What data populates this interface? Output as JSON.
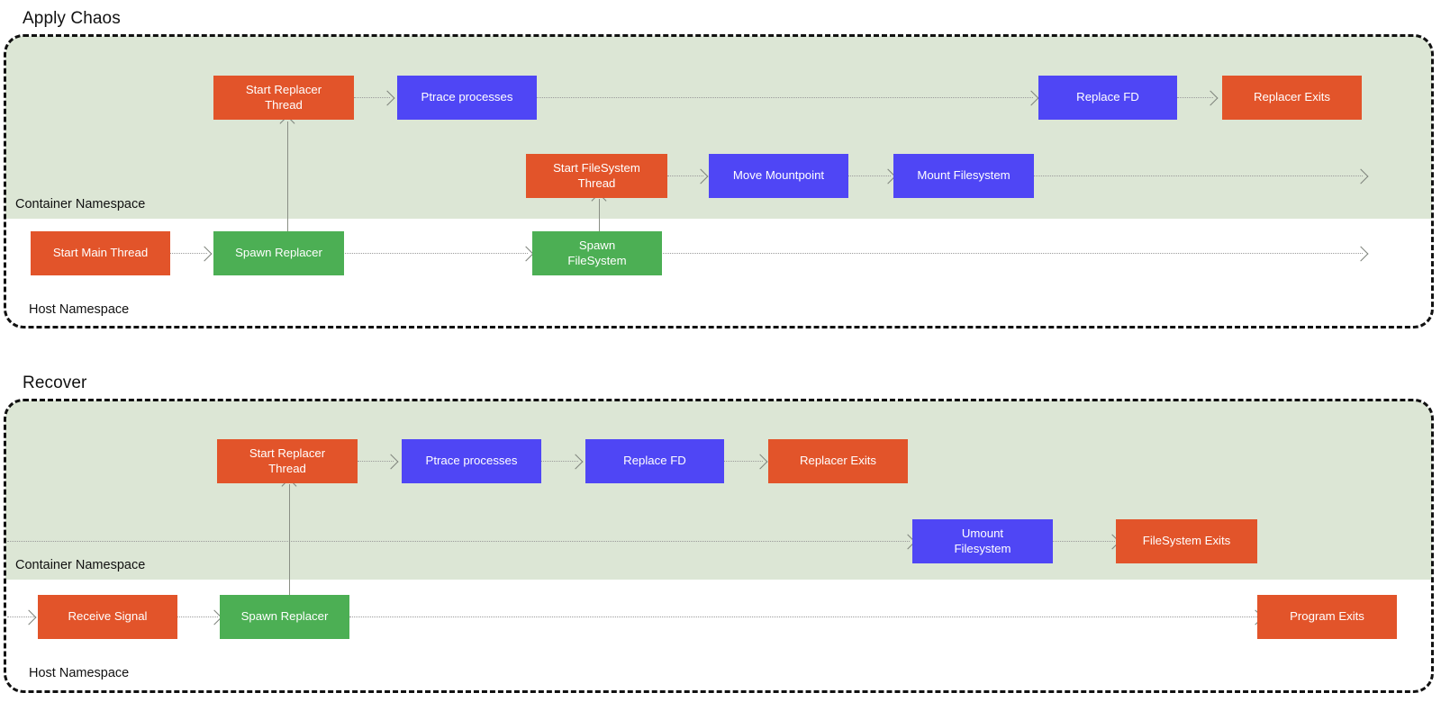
{
  "diagram": {
    "type": "flowchart",
    "title_chaos": "Apply Chaos",
    "title_recover": "Recover",
    "labels": {
      "container_namespace": "Container Namespace",
      "host_namespace": "Host Namespace"
    },
    "colors": {
      "orange": "#e2542a",
      "blue": "#4f46f5",
      "green": "#4caf54",
      "band": "#dce6d5",
      "border": "#111111",
      "connector": "#9a9a9a"
    }
  },
  "sections": [
    {
      "id": "apply-chaos",
      "title": "Apply Chaos",
      "container_label": "Container Namespace",
      "host_label": "Host Namespace",
      "nodes": [
        {
          "id": "start-replacer-thread",
          "label": "Start Replacer\nThread",
          "color": "orange",
          "lane": "container",
          "row": 1
        },
        {
          "id": "ptrace-processes",
          "label": "Ptrace processes",
          "color": "blue",
          "lane": "container",
          "row": 1
        },
        {
          "id": "replace-fd",
          "label": "Replace FD",
          "color": "blue",
          "lane": "container",
          "row": 1
        },
        {
          "id": "replacer-exits",
          "label": "Replacer Exits",
          "color": "orange",
          "lane": "container",
          "row": 1
        },
        {
          "id": "start-filesystem-thread",
          "label": "Start FileSystem\nThread",
          "color": "orange",
          "lane": "container",
          "row": 2
        },
        {
          "id": "move-mountpoint",
          "label": "Move Mountpoint",
          "color": "blue",
          "lane": "container",
          "row": 2
        },
        {
          "id": "mount-filesystem",
          "label": "Mount Filesystem",
          "color": "blue",
          "lane": "container",
          "row": 2
        },
        {
          "id": "start-main-thread",
          "label": "Start Main Thread",
          "color": "orange",
          "lane": "host",
          "row": 3
        },
        {
          "id": "spawn-replacer",
          "label": "Spawn Replacer",
          "color": "green",
          "lane": "host",
          "row": 3
        },
        {
          "id": "spawn-filesystem",
          "label": "Spawn\nFileSystem",
          "color": "green",
          "lane": "host",
          "row": 3
        }
      ]
    },
    {
      "id": "recover",
      "title": "Recover",
      "container_label": "Container Namespace",
      "host_label": "Host Namespace",
      "nodes": [
        {
          "id": "r-start-replacer-thread",
          "label": "Start Replacer\nThread",
          "color": "orange",
          "lane": "container",
          "row": 1
        },
        {
          "id": "r-ptrace-processes",
          "label": "Ptrace processes",
          "color": "blue",
          "lane": "container",
          "row": 1
        },
        {
          "id": "r-replace-fd",
          "label": "Replace FD",
          "color": "blue",
          "lane": "container",
          "row": 1
        },
        {
          "id": "r-replacer-exits",
          "label": "Replacer Exits",
          "color": "orange",
          "lane": "container",
          "row": 1
        },
        {
          "id": "r-umount-filesystem",
          "label": "Umount\nFilesystem",
          "color": "blue",
          "lane": "container",
          "row": 2
        },
        {
          "id": "r-filesystem-exits",
          "label": "FileSystem Exits",
          "color": "orange",
          "lane": "container",
          "row": 2
        },
        {
          "id": "r-receive-signal",
          "label": "Receive Signal",
          "color": "orange",
          "lane": "host",
          "row": 3
        },
        {
          "id": "r-spawn-replacer",
          "label": "Spawn Replacer",
          "color": "green",
          "lane": "host",
          "row": 3
        },
        {
          "id": "r-program-exits",
          "label": "Program Exits",
          "color": "orange",
          "lane": "host",
          "row": 3
        }
      ]
    }
  ]
}
